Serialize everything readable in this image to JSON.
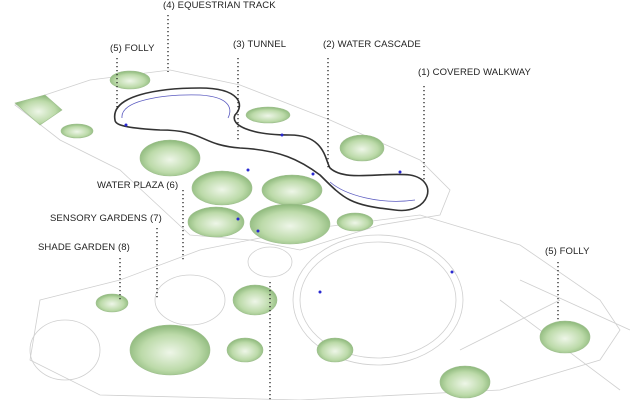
{
  "labels": {
    "equestrian_track": "(4) EQUESTRIAN TRACK",
    "folly_top": "(5) FOLLY",
    "tunnel": "(3) TUNNEL",
    "water_cascade": "(2) WATER CASCADE",
    "covered_walkway": "(1) COVERED WALKWAY",
    "water_plaza": "WATER PLAZA (6)",
    "sensory_gardens": "SENSORY GARDENS (7)",
    "shade_garden": "SHADE GARDEN (8)",
    "folly_right": "(5) FOLLY"
  },
  "colors": {
    "garden": "#a9cf96",
    "garden_dark": "#6e9e5f",
    "path": "#3a3aa8",
    "outline": "#c8c8c8",
    "walkway": "#333333"
  }
}
